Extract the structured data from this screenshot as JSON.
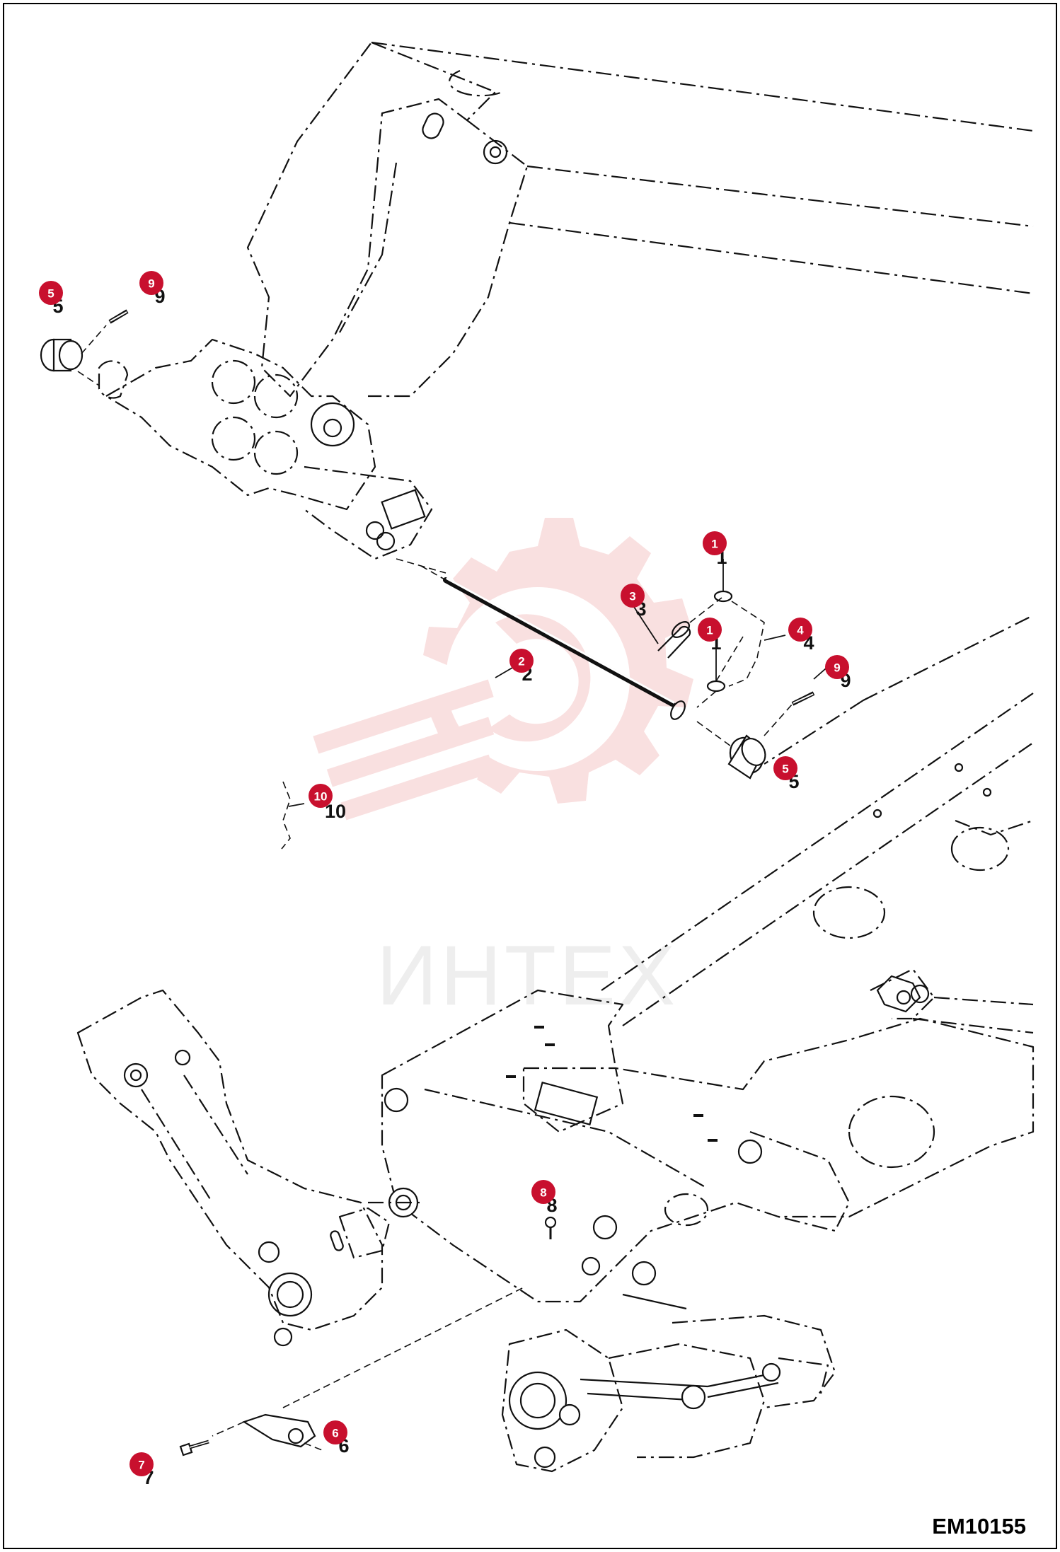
{
  "watermark": {
    "text": "ИНТЕХ",
    "color": "#f5c6c6"
  },
  "document_code": "EM10155",
  "callout_color": "#c8102e",
  "callouts": [
    {
      "id": "c5a",
      "num": "5"
    },
    {
      "id": "c9a",
      "num": "9"
    },
    {
      "id": "c1a",
      "num": "1"
    },
    {
      "id": "c3",
      "num": "3"
    },
    {
      "id": "c1b",
      "num": "1"
    },
    {
      "id": "c4",
      "num": "4"
    },
    {
      "id": "c2",
      "num": "2"
    },
    {
      "id": "c9b",
      "num": "9"
    },
    {
      "id": "c5b",
      "num": "5"
    },
    {
      "id": "c10",
      "num": "10"
    },
    {
      "id": "c8",
      "num": "8"
    },
    {
      "id": "c6",
      "num": "6"
    },
    {
      "id": "c7",
      "num": "7"
    }
  ],
  "part_labels": [
    {
      "id": "p5a",
      "num": "5"
    },
    {
      "id": "p9a",
      "num": "9"
    },
    {
      "id": "p1a",
      "num": "1"
    },
    {
      "id": "p3",
      "num": "3"
    },
    {
      "id": "p1b",
      "num": "1"
    },
    {
      "id": "p4",
      "num": "4"
    },
    {
      "id": "p2",
      "num": "2"
    },
    {
      "id": "p9b",
      "num": "9"
    },
    {
      "id": "p5b",
      "num": "5"
    },
    {
      "id": "p10",
      "num": "10"
    },
    {
      "id": "p8",
      "num": "8"
    },
    {
      "id": "p6",
      "num": "6"
    },
    {
      "id": "p7",
      "num": "7"
    }
  ]
}
